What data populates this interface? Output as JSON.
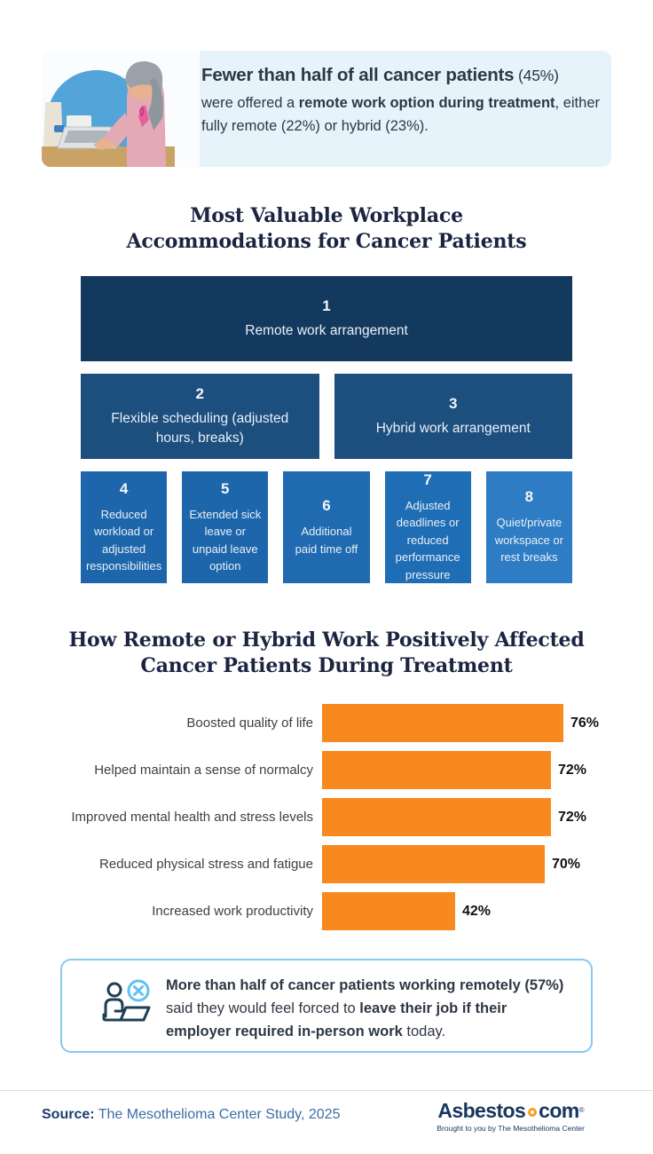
{
  "hero": {
    "bg_color": "#e7f3fb",
    "image": "woman-with-headscarf-typing-on-laptop-photo",
    "headline_bold": "Fewer than half of all cancer patients",
    "headline_suffix": " (45%)",
    "body_seg1": "were offered a ",
    "body_seg2_bold": "remote work option during treatment",
    "body_seg3": ", either fully remote (22%) or hybrid (23%)."
  },
  "section1": {
    "title_line1": "Most Valuable Workplace",
    "title_line2": "Accommodations for Cancer Patients"
  },
  "treemap": {
    "blocks": [
      {
        "number": "1",
        "label": "Remote work arrangement",
        "color": "#14395f"
      },
      {
        "number": "2",
        "label": "Flexible scheduling (adjusted hours, breaks)",
        "color": "#1c4e7e"
      },
      {
        "number": "3",
        "label": "Hybrid work arrangement",
        "color": "#1c4e7e"
      },
      {
        "number": "4",
        "label": "Reduced workload or adjusted responsibilities",
        "color": "#1e66ab"
      },
      {
        "number": "5",
        "label": "Extended sick leave or unpaid leave option",
        "color": "#1e66ab"
      },
      {
        "number": "6",
        "label": "Additional paid time off",
        "color": "#1f6ab0"
      },
      {
        "number": "7",
        "label": "Adjusted deadlines or reduced performance pressure",
        "color": "#1f6db5"
      },
      {
        "number": "8",
        "label": "Quiet/private workspace or rest breaks",
        "color": "#2e7cc4"
      }
    ]
  },
  "section2": {
    "title_line1": "How Remote or Hybrid Work Positively Affected",
    "title_line2": "Cancer Patients During Treatment"
  },
  "chart_data": [
    {
      "type": "table",
      "title": "Most Valuable Workplace Accommodations for Cancer Patients",
      "note": "ranked treemap blocks 1-8, no percentages shown",
      "categories": [
        "Remote work arrangement",
        "Flexible scheduling (adjusted hours, breaks)",
        "Hybrid work arrangement",
        "Reduced workload or adjusted responsibilities",
        "Extended sick leave or unpaid leave option",
        "Additional paid time off",
        "Adjusted deadlines or reduced performance pressure",
        "Quiet/private workspace or rest breaks"
      ],
      "values": [
        1,
        2,
        3,
        4,
        5,
        6,
        7,
        8
      ]
    },
    {
      "type": "bar",
      "orientation": "horizontal",
      "title": "How Remote or Hybrid Work Positively Affected Cancer Patients During Treatment",
      "categories": [
        "Boosted quality of life",
        "Helped maintain a sense of normalcy",
        "Improved mental health and stress levels",
        "Reduced physical stress and fatigue",
        "Increased work productivity"
      ],
      "values": [
        76,
        72,
        72,
        70,
        42
      ],
      "value_labels": [
        "76%",
        "72%",
        "72%",
        "70%",
        "42%"
      ],
      "unit": "%",
      "xlim": [
        0,
        100
      ],
      "bar_color": "#f8891e",
      "grid": false,
      "legend": false
    }
  ],
  "callout": {
    "icon": "person-laptop-x-icon",
    "border_color": "#85c9ef",
    "seg1_bold": "More than half of cancer patients working remotely (57%)",
    "seg2": " said they would feel forced to ",
    "seg3_bold": "leave their job if their employer required in-person work",
    "seg4": " today."
  },
  "footer": {
    "source_label": "Source:",
    "source_text": " The Mesothelioma Center Study, 2025",
    "logo_part1": "Asbestos",
    "logo_part2": "com",
    "logo_reg": "®",
    "tagline": "Brought to you by The Mesothelioma Center"
  }
}
